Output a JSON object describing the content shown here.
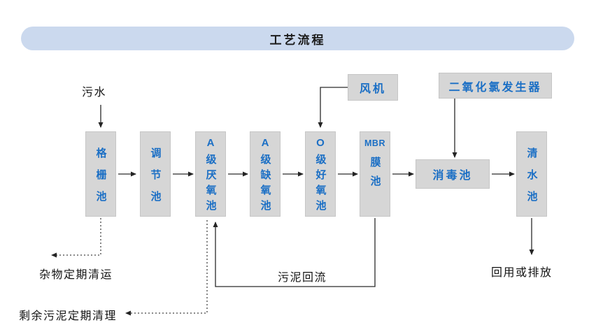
{
  "title": "工艺流程",
  "colors": {
    "header_bg": "#cbd9ee",
    "box_bg": "#d6d6d6",
    "box_text": "#1b6fc5",
    "label_text": "#141414",
    "line": "#2a2a2a"
  },
  "boxes": {
    "grid_pool": "格栅池",
    "regulating_pool": "调节池",
    "a_anaerobic_pool": "A级厌氧池",
    "a_anoxic_pool": "A级缺氧池",
    "o_aerobic_pool": "O级好氧池",
    "mbr_abbr": "MBR",
    "mbr_pool": "膜池",
    "disinfection_pool": "消毒池",
    "clear_water_pool": "清水池",
    "fan": "风机",
    "chlorine_dioxide_generator": "二氧化氯发生器"
  },
  "labels": {
    "influent": "污水",
    "debris_removal": "杂物定期清运",
    "sludge_return": "污泥回流",
    "excess_sludge_cleaning": "剩余污泥定期清理",
    "effluent": "回用或排放"
  }
}
